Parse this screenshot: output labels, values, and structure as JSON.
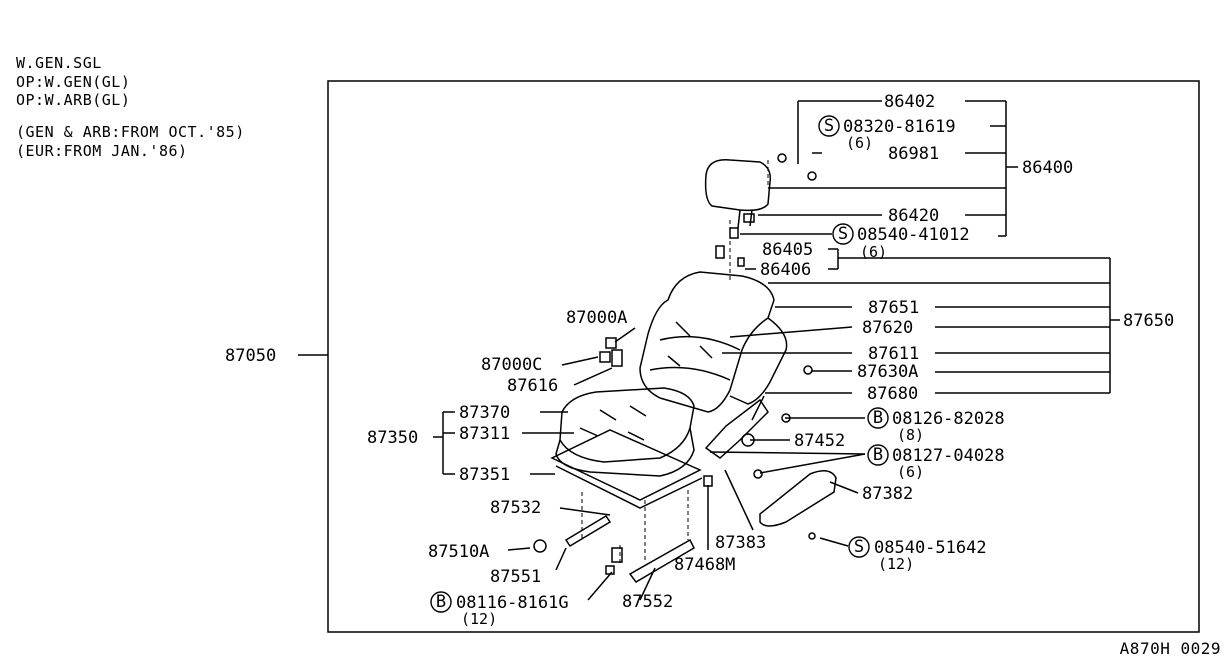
{
  "notes": {
    "line1": "W.GEN.SGL",
    "line2": "OP:W.GEN(GL)",
    "line3": "OP:W.ARB(GL)",
    "line4": "(GEN & ARB:FROM OCT.'85)",
    "line5": "(EUR:FROM JAN.'86)"
  },
  "diagram_ref": "A870H 0029",
  "parts": {
    "p86402": "86402",
    "p08320": "08320-81619",
    "p08320_qty": "(6)",
    "p86981": "86981",
    "p86400": "86400",
    "p86420": "86420",
    "p08540a": "08540-41012",
    "p86405": "86405",
    "p86405_qty": "(6)",
    "p86406": "86406",
    "p87651": "87651",
    "p87650": "87650",
    "p87620": "87620",
    "p87611": "87611",
    "p87630A": "87630A",
    "p87680": "87680",
    "p87000A": "87000A",
    "p87000C": "87000C",
    "p87616": "87616",
    "p87050": "87050",
    "p87370": "87370",
    "p87350": "87350",
    "p87311": "87311",
    "p87351": "87351",
    "p08126": "08126-82028",
    "p08126_qty": "(8)",
    "p87452": "87452",
    "p08127": "08127-04028",
    "p08127_qty": "(6)",
    "p87382": "87382",
    "p87532": "87532",
    "p87383": "87383",
    "p08540b": "08540-51642",
    "p08540b_qty": "(12)",
    "p87510A": "87510A",
    "p87551": "87551",
    "p87468M": "87468M",
    "p08116": "08116-8161G",
    "p08116_qty": "(12)",
    "p87552": "87552"
  },
  "symbols": {
    "screw": "S",
    "bolt": "B"
  }
}
